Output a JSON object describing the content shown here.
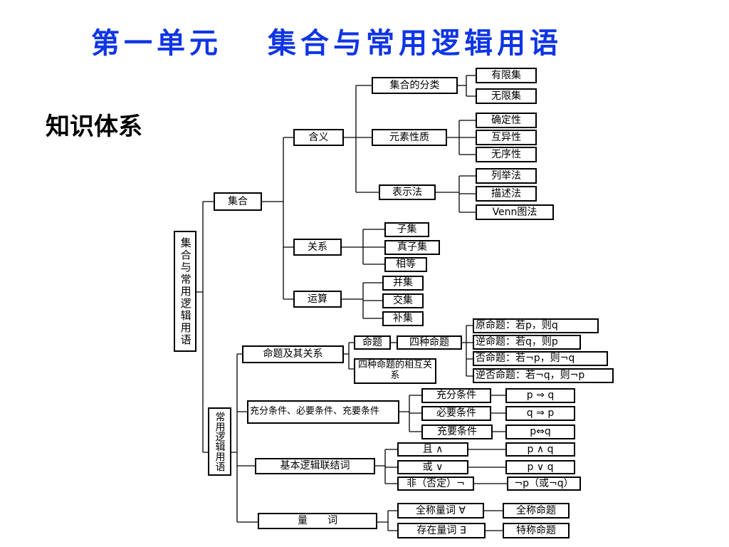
{
  "title": {
    "unit": "第一单元",
    "topic": "集合与常用逻辑用语"
  },
  "subtitle": "知识体系",
  "nodes": {
    "root": "集合与常用逻辑用语",
    "set": "集合",
    "meaning": "含义",
    "classification": "集合的分类",
    "finite": "有限集",
    "infinite": "无限集",
    "element_props": "元素性质",
    "definite": "确定性",
    "distinct": "互异性",
    "unordered": "无序性",
    "representation": "表示法",
    "enumeration": "列举法",
    "description": "描述法",
    "venn": "Venn图法",
    "relation": "关系",
    "subset": "子集",
    "proper_subset": "真子集",
    "equal": "相等",
    "operation": "运算",
    "union": "并集",
    "intersection": "交集",
    "complement": "补集",
    "logic": "常用逻辑用语",
    "propositions": "命题及其关系",
    "proposition": "命题",
    "four_props": "四种命题",
    "original": "原命题：若p，则q",
    "converse": "逆命题：若q，则p",
    "inverse": "否命题：若¬p，则¬q",
    "contrapositive": "逆否命题：若¬q，则¬p",
    "four_relations": "四种命题的相互关系",
    "conditions": "充分条件、必要条件、充要条件",
    "sufficient": "充分条件",
    "sufficient_sym": "p ⇒ q",
    "necessary": "必要条件",
    "necessary_sym": "q ⇒ p",
    "necessary_sufficient": "充要条件",
    "necessary_sufficient_sym": "p⇔q",
    "connectives": "基本逻辑联结词",
    "and": "且 ∧",
    "and_sym": "p ∧ q",
    "or": "或 ∨",
    "or_sym": "p ∨ q",
    "not": "非（否定）¬",
    "not_sym": "¬p（或¬q）",
    "quantifiers": "量　　词",
    "universal": "全称量词 ∀",
    "universal_prop": "全称命题",
    "existential": "存在量词 ∃",
    "existential_prop": "特称命题"
  }
}
